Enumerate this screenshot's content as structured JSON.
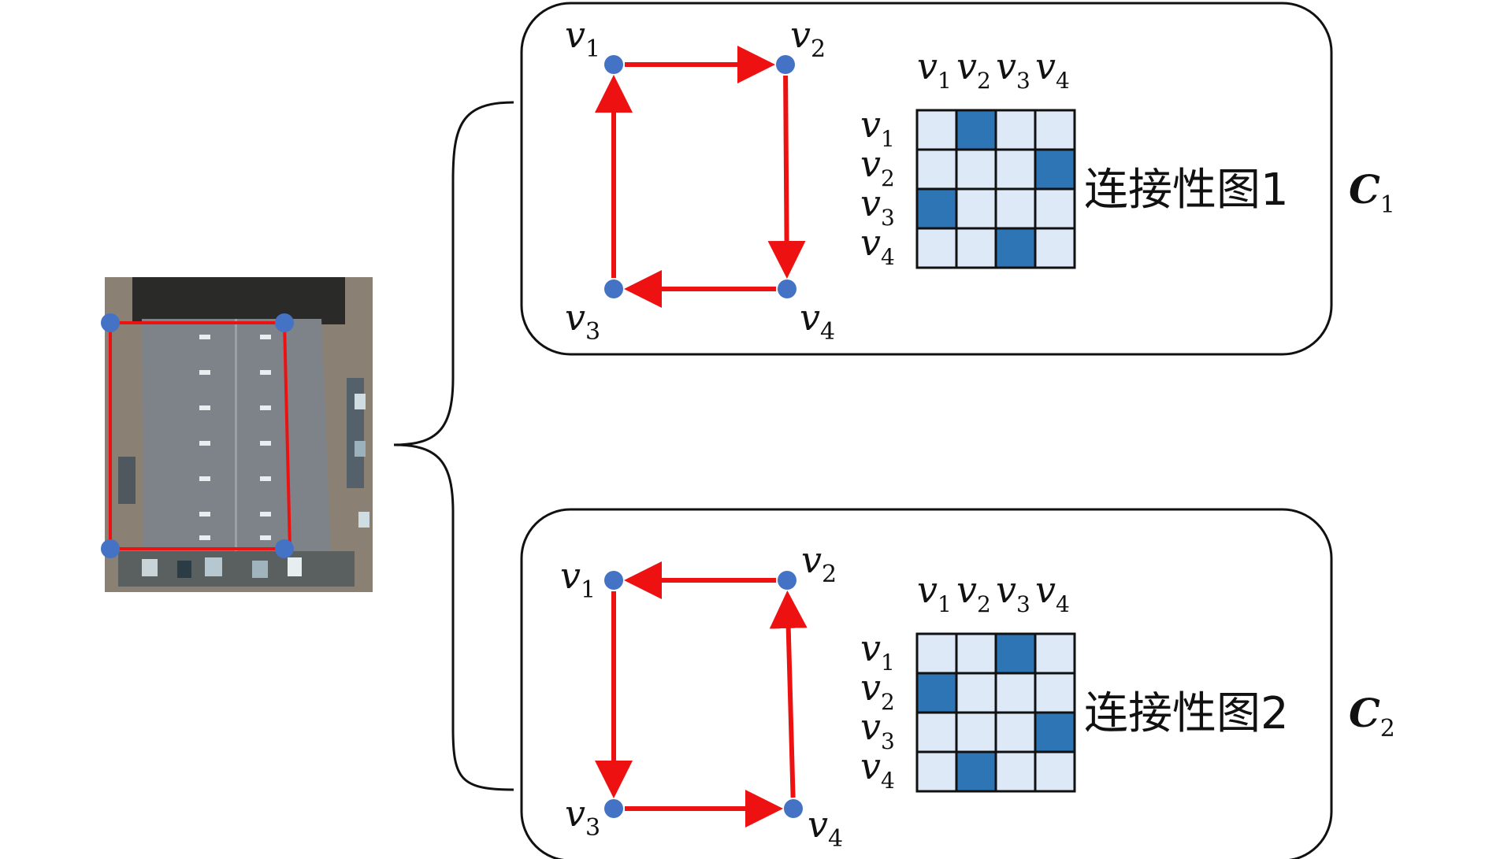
{
  "figure": {
    "nodes": [
      "v1",
      "v2",
      "v3",
      "v4"
    ],
    "node_labels": [
      {
        "id": "v1",
        "base": "v",
        "sub": "1"
      },
      {
        "id": "v2",
        "base": "v",
        "sub": "2"
      },
      {
        "id": "v3",
        "base": "v",
        "sub": "3"
      },
      {
        "id": "v4",
        "base": "v",
        "sub": "4"
      }
    ],
    "colors": {
      "edge": "#ee1111",
      "node": "#4472c4",
      "cell_on": "#2e75b6",
      "cell_off": "#dde9f7",
      "panel_border": "#111111"
    },
    "photo": {
      "outline_color": "#ee1111",
      "corner_color": "#4472c4"
    },
    "graphs": [
      {
        "caption": "连接性图1",
        "symbol": "C",
        "symbol_sub": "1",
        "edges": [
          [
            "v1",
            "v2"
          ],
          [
            "v2",
            "v4"
          ],
          [
            "v4",
            "v3"
          ],
          [
            "v3",
            "v1"
          ]
        ],
        "matrix": [
          [
            0,
            1,
            0,
            0
          ],
          [
            0,
            0,
            0,
            1
          ],
          [
            1,
            0,
            0,
            0
          ],
          [
            0,
            0,
            1,
            0
          ]
        ]
      },
      {
        "caption": "连接性图2",
        "symbol": "C",
        "symbol_sub": "2",
        "edges": [
          [
            "v2",
            "v1"
          ],
          [
            "v1",
            "v3"
          ],
          [
            "v3",
            "v4"
          ],
          [
            "v4",
            "v2"
          ]
        ],
        "matrix": [
          [
            0,
            0,
            1,
            0
          ],
          [
            1,
            0,
            0,
            0
          ],
          [
            0,
            0,
            0,
            1
          ],
          [
            0,
            1,
            0,
            0
          ]
        ]
      }
    ]
  }
}
